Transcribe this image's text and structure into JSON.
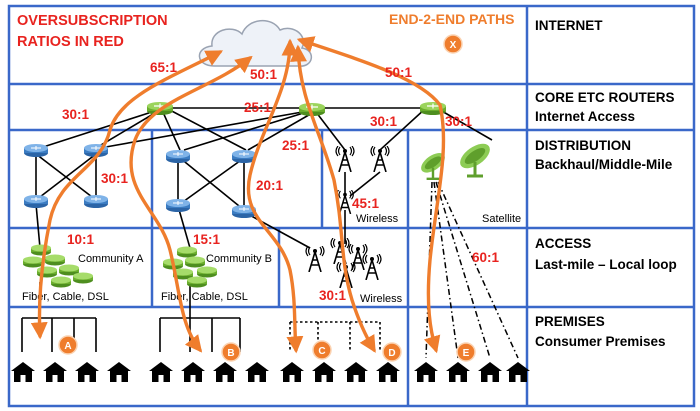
{
  "legend": {
    "ratios_title_line1": "OVERSUBSCRIPTION",
    "ratios_title_line2": "RATIOS IN RED",
    "paths_title": "END-2-END PATHS",
    "paths_marker": "X"
  },
  "layers": [
    {
      "id": "internet",
      "title": "INTERNET",
      "subtitle": ""
    },
    {
      "id": "core",
      "title": "CORE ETC ROUTERS",
      "subtitle": "Internet Access"
    },
    {
      "id": "distribution",
      "title": "DISTRIBUTION",
      "subtitle": "Backhaul/Middle-Mile"
    },
    {
      "id": "access",
      "title": "ACCESS",
      "subtitle": "Last-mile – Local loop"
    },
    {
      "id": "premises",
      "title": "PREMISES",
      "subtitle": "Consumer Premises"
    }
  ],
  "ratios": {
    "internet_left": "65:1",
    "internet_mid": "50:1",
    "internet_right": "50:1",
    "core_left": "30:1",
    "core_mid": "25:1",
    "core_right1": "30:1",
    "core_right2": "30:1",
    "dist_left": "30:1",
    "dist_mid1": "25:1",
    "dist_mid2": "20:1",
    "dist_wireless": "45:1",
    "access_a": "10:1",
    "access_b": "15:1",
    "access_wireless": "30:1",
    "access_satellite": "60:1"
  },
  "labels": {
    "wireless_dist": "Wireless",
    "satellite": "Satellite",
    "community_a": "Community A",
    "community_b": "Community B",
    "fiber_a": "Fiber, Cable, DSL",
    "fiber_b": "Fiber, Cable, DSL",
    "wireless_access": "Wireless"
  },
  "paths": [
    "A",
    "B",
    "C",
    "D",
    "E"
  ],
  "colors": {
    "frame": "#3a68c9",
    "ratio_red": "#e8231f",
    "path_orange": "#ef7d2d",
    "router_green": "#7cc242",
    "switch_blue": "#4a8fd4"
  },
  "icons": {
    "cloud": "cloud-icon",
    "core_router": "router-icon",
    "dist_switch": "switch-icon",
    "tower": "antenna-tower-icon",
    "dish": "satellite-dish-icon",
    "access_node": "access-node-stack-icon",
    "house": "house-icon"
  }
}
